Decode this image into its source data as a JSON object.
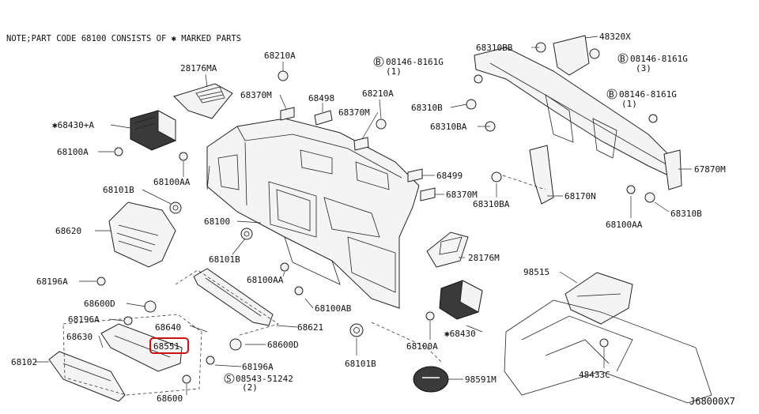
{
  "note": "NOTE;PART CODE 68100 CONSISTS OF ✱ MARKED PARTS",
  "diagram_code": "J68000X7",
  "labels": [
    {
      "id": "l1",
      "text": "28176MA"
    },
    {
      "id": "l2",
      "text": "68210A"
    },
    {
      "id": "l3",
      "text": "68370M"
    },
    {
      "id": "l4",
      "text": "68498"
    },
    {
      "id": "l5",
      "text": "68210A"
    },
    {
      "id": "l6",
      "text": "68370M"
    },
    {
      "id": "l7",
      "text": "✱68430+A"
    },
    {
      "id": "l8",
      "text": "68100A"
    },
    {
      "id": "l9",
      "text": "68100AA"
    },
    {
      "id": "l10",
      "text": "68101B"
    },
    {
      "id": "l11",
      "text": "68620"
    },
    {
      "id": "l12",
      "text": "68100"
    },
    {
      "id": "l13",
      "text": "68101B"
    },
    {
      "id": "l14",
      "text": "68100AA"
    },
    {
      "id": "l15",
      "text": "68196A"
    },
    {
      "id": "l16",
      "text": "68600D"
    },
    {
      "id": "l17",
      "text": "68196A"
    },
    {
      "id": "l18",
      "text": "68640"
    },
    {
      "id": "l19",
      "text": "68621"
    },
    {
      "id": "l20",
      "text": "68630"
    },
    {
      "id": "l21",
      "text": "68551"
    },
    {
      "id": "l22",
      "text": "68600D"
    },
    {
      "id": "l23",
      "text": "68102"
    },
    {
      "id": "l24",
      "text": "68196A"
    },
    {
      "id": "l25",
      "text": "08543-51242"
    },
    {
      "id": "l26",
      "text": "(2)"
    },
    {
      "id": "l27",
      "text": "68600"
    },
    {
      "id": "l28",
      "text": "68100AB"
    },
    {
      "id": "l29",
      "text": "68101B"
    },
    {
      "id": "l30",
      "text": "68100A"
    },
    {
      "id": "l31",
      "text": "✱68430"
    },
    {
      "id": "l32",
      "text": "28176M"
    },
    {
      "id": "l33",
      "text": "68499"
    },
    {
      "id": "l34",
      "text": "68370M"
    },
    {
      "id": "l35",
      "text": "68310BB"
    },
    {
      "id": "l36",
      "text": "48320X"
    },
    {
      "id": "l37",
      "text": "08146-8161G"
    },
    {
      "id": "l38",
      "text": "(1)"
    },
    {
      "id": "l39",
      "text": "08146-8161G"
    },
    {
      "id": "l40",
      "text": "(3)"
    },
    {
      "id": "l41",
      "text": "68310B"
    },
    {
      "id": "l42",
      "text": "08146-8161G"
    },
    {
      "id": "l43",
      "text": "(1)"
    },
    {
      "id": "l44",
      "text": "68310BA"
    },
    {
      "id": "l45",
      "text": "67870M"
    },
    {
      "id": "l46",
      "text": "68170N"
    },
    {
      "id": "l47",
      "text": "68310BA"
    },
    {
      "id": "l48",
      "text": "68100AA"
    },
    {
      "id": "l49",
      "text": "68310B"
    },
    {
      "id": "l50",
      "text": "98515"
    },
    {
      "id": "l51",
      "text": "98591M"
    },
    {
      "id": "l52",
      "text": "48433C"
    }
  ],
  "circle_markers": [
    "B",
    "B",
    "B",
    "S"
  ]
}
